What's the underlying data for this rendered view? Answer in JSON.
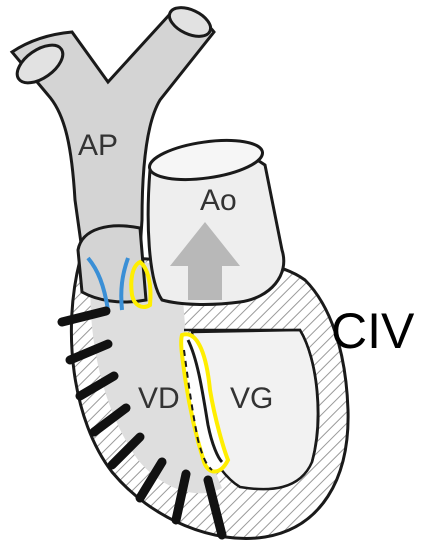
{
  "labels": {
    "pulmonary_artery": "AP",
    "aorta": "Ao",
    "right_ventricle": "VD",
    "left_ventricle": "VG",
    "defect": "CIV"
  },
  "colors": {
    "outline": "#1a1a1a",
    "vessel_fill": "#d4d4d4",
    "aorta_fill": "#eeeeee",
    "chamber_fill": "#f2f2f2",
    "arrow_fill": "#b8b8b8",
    "yellow_highlight": "#ffee00",
    "blue_highlight": "#3a8fd6"
  },
  "icons": {
    "flow_arrow": "arrow-up-icon"
  }
}
